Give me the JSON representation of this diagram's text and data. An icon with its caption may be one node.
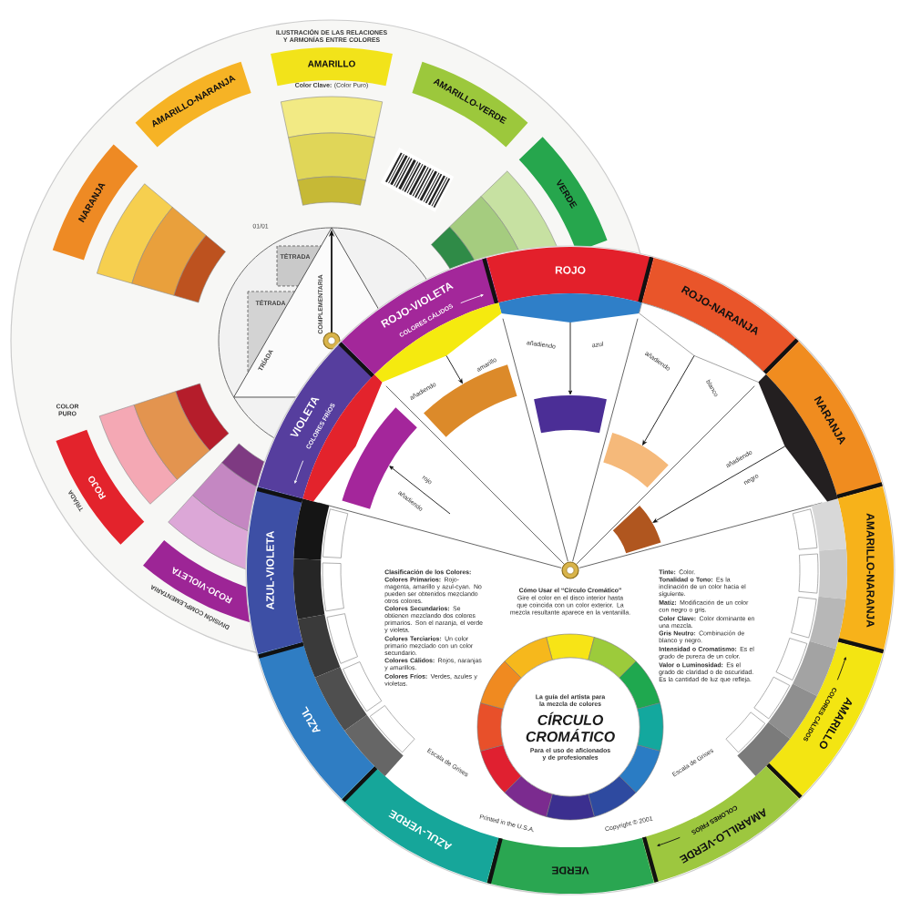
{
  "diagram": {
    "nodes": [
      {
        "text": [
          "AMARILLO"
        ]
      },
      {
        "text": [
          "AMARILLO-NARANJA"
        ]
      },
      {
        "text": [
          "AMARILLO-VERDE"
        ]
      },
      {
        "text": [
          "NARANJA"
        ]
      },
      {
        "text": [
          "VERDE"
        ]
      },
      {
        "text": [
          "ROJO"
        ]
      },
      {
        "text": [
          "ROJO-VIOLETA"
        ]
      },
      {
        "text": [
          "ROJO"
        ]
      },
      {
        "text": [
          "ROJO-NARANJA"
        ]
      },
      {
        "text": [
          "NARANJA"
        ]
      },
      {
        "text": [
          "AMARILLO-NARANJA"
        ]
      },
      {
        "text": [
          "AMARILLO",
          "COLORES CÁLIDOS"
        ]
      },
      {
        "text": [
          "AMARILLO-VERDE",
          "COLORES FRÍOS"
        ]
      },
      {
        "text": [
          "VERDE"
        ]
      },
      {
        "text": [
          "AZUL-VERDE"
        ]
      },
      {
        "text": [
          "AZUL"
        ]
      },
      {
        "text": [
          "AZUL-VIOLETA"
        ]
      },
      {
        "text": [
          "VIOLETA",
          "COLORES FRÍOS"
        ]
      },
      {
        "text": [
          "ROJO-VIOLETA",
          "COLORES CÁLIDOS"
        ]
      },
      {
        "text": [],
        "shape": "pentagon"
      },
      {
        "text": [],
        "shape": "pentagon"
      },
      {
        "text": [],
        "shape": "pentagon"
      },
      {
        "text": [],
        "shape": "pentagon"
      },
      {
        "text": [],
        "shape": "bar"
      },
      {
        "text": [],
        "shape": "bar"
      },
      {
        "text": [],
        "shape": "bar"
      },
      {
        "text": [],
        "shape": "bar"
      },
      {
        "text": [],
        "shape": "bar"
      },
      {
        "text": [
          "La guía del artista para la mezcla de colores",
          "CÍRCULO CROMÁTICO",
          "Para el uso de aficionados y de profesionales"
        ]
      }
    ],
    "edges": [
      {
        "from": 20,
        "to": 24,
        "arrow": "to"
      },
      {
        "from": 19,
        "to": 23,
        "arrow": "to"
      },
      {
        "from": 21,
        "to": 26,
        "arrow": "to"
      },
      {
        "from": null,
        "to": 25,
        "arrow": "to"
      },
      {
        "from": 22,
        "to": 27,
        "arrow": "to"
      }
    ],
    "labels": [
      "ILUSTRACIÓN DE LAS RELACIONES Y ARMONÍAS ENTRE COLORES",
      "**Color Clave:** (Color Puro)",
      "01/01",
      "TÉTRADA",
      "TÉTRADA",
      "COMPLEMENTARIA",
      "TRÍADA",
      "COLOR PURO",
      "TRÍADA",
      "DIVISIÓN COMPLEMENTARIA",
      "añadiendo",
      "amarillo",
      "añadiendo",
      "azul",
      "añadiendo",
      "blanco",
      "añadiendo",
      "rojo",
      "añadiendo",
      "negro",
      "Clasificación de los Colores:",
      "**Colores Primarios:** Rojo-magenta, amarillo y azul-cyan. No pueden ser obtenidos mezclando otros colores.",
      "**Colores Secundarios:** Se obtienen mezclando dos colores primarios. Son el naranja, el verde y violeta.",
      "**Colores Terciarios:** Un color primario mezclado con un color secundario.",
      "**Colores Cálidos:** Rojos, naranjas y amarillos.",
      "**Colores Fríos:** Verdes, azules y violetas.",
      "Cómo Usar el “Círculo Cromático”",
      "Gire el color en el disco interior hasta que coincida con un color exterior. La mezcla resultante aparece en la ventanilla.",
      "**Tinte:** Color.",
      "**Tonalidad o Tono:** Es la inclinación de un color hacia el siguiente.",
      "**Matiz:** Modificación de un color con negro o gris.",
      "**Color Clave:** Color dominante en una mezcla.",
      "**Gris Neutro:** Combinación de blanco y negro.",
      "**Intensidad o Cromatismo:** Es el grado de pureza de un color.",
      "**Valor o Luminosidad:** Es el grado de claridad o de oscuridad. Es la cantidad de luz que refleja.",
      "Escala de Grises",
      "Escala de Grises",
      "Printed in the U.S.A.",
      "Copyright © 2001"
    ]
  }
}
